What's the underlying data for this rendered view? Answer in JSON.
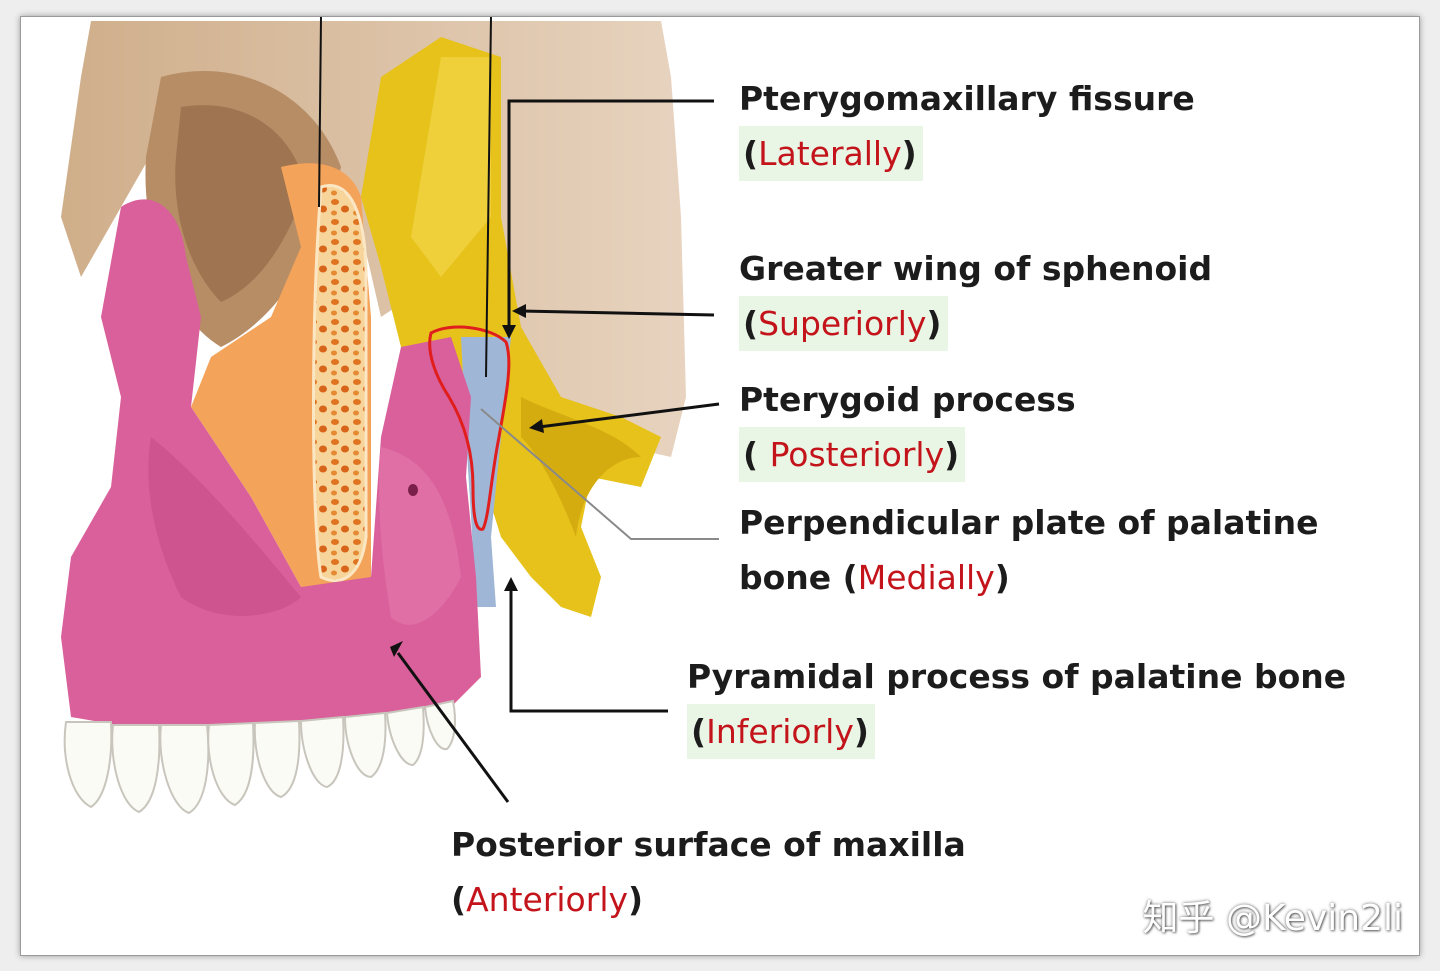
{
  "labels": {
    "pterygomaxillary": {
      "name": "Pterygomaxillary fissure",
      "open": "(",
      "direction": "Laterally",
      "close": ")"
    },
    "greater_wing": {
      "name": "Greater wing of sphenoid",
      "open": "(",
      "direction": "Superiorly",
      "close": ")"
    },
    "pterygoid": {
      "name": "Pterygoid process",
      "open": "( ",
      "direction": "Posteriorly",
      "close": ")"
    },
    "perpendicular": {
      "name": "Perpendicular plate of palatine",
      "line2": "bone (",
      "direction": "Medially",
      "close": ")"
    },
    "pyramidal": {
      "name": "Pyramidal process of palatine bone",
      "open": "(",
      "direction": "Inferiorly",
      "close": ")"
    },
    "posterior_maxilla": {
      "name": "Posterior surface of maxilla",
      "open": "(",
      "direction": "Anteriorly",
      "close": ")"
    }
  },
  "watermark": "知乎 @Kevin2li",
  "colors": {
    "maxilla": "#d9609a",
    "zygomatic": "#f4a35a",
    "sphenoid": "#e6c21a",
    "palatine": "#9fb6d6",
    "skull": "#d8b99a",
    "outline_highlight": "#e01e1e",
    "direction_text": "#c4141b",
    "label_highlight": "#e9f6e5"
  }
}
